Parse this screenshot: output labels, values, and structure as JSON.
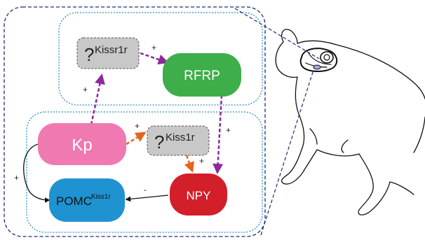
{
  "nodes": {
    "unknown_top": {
      "prefix": "?",
      "sup": "Kissr1r",
      "color": "#c8c8c8"
    },
    "rfrp": {
      "label": "RFRP",
      "color": "#3dae49"
    },
    "kp": {
      "label": "Kp",
      "color": "#ef79b0"
    },
    "unknown_mid": {
      "prefix": "?",
      "sup": "Kiss1r",
      "color": "#c8c8c8"
    },
    "npy": {
      "label": "NPY",
      "color": "#d21f2a"
    },
    "pomc": {
      "label": "POMC",
      "sup": "Kiss1r",
      "color": "#1f93d1"
    }
  },
  "edges": {
    "unknown_top_to_rfrp": "+",
    "kp_to_unknown_top": "+",
    "kp_to_unknown_mid": "+",
    "unknown_mid_to_npy": "+",
    "rfrp_to_npy": "+",
    "kp_to_pomc": "+",
    "npy_to_pomc": "-"
  },
  "colors": {
    "purple_arrow": "#8b2a9c",
    "orange_arrow": "#e8621f",
    "black_arrow": "#111111",
    "dotted_box": "#2a8fc4",
    "outer_box": "#1f2a7a"
  }
}
